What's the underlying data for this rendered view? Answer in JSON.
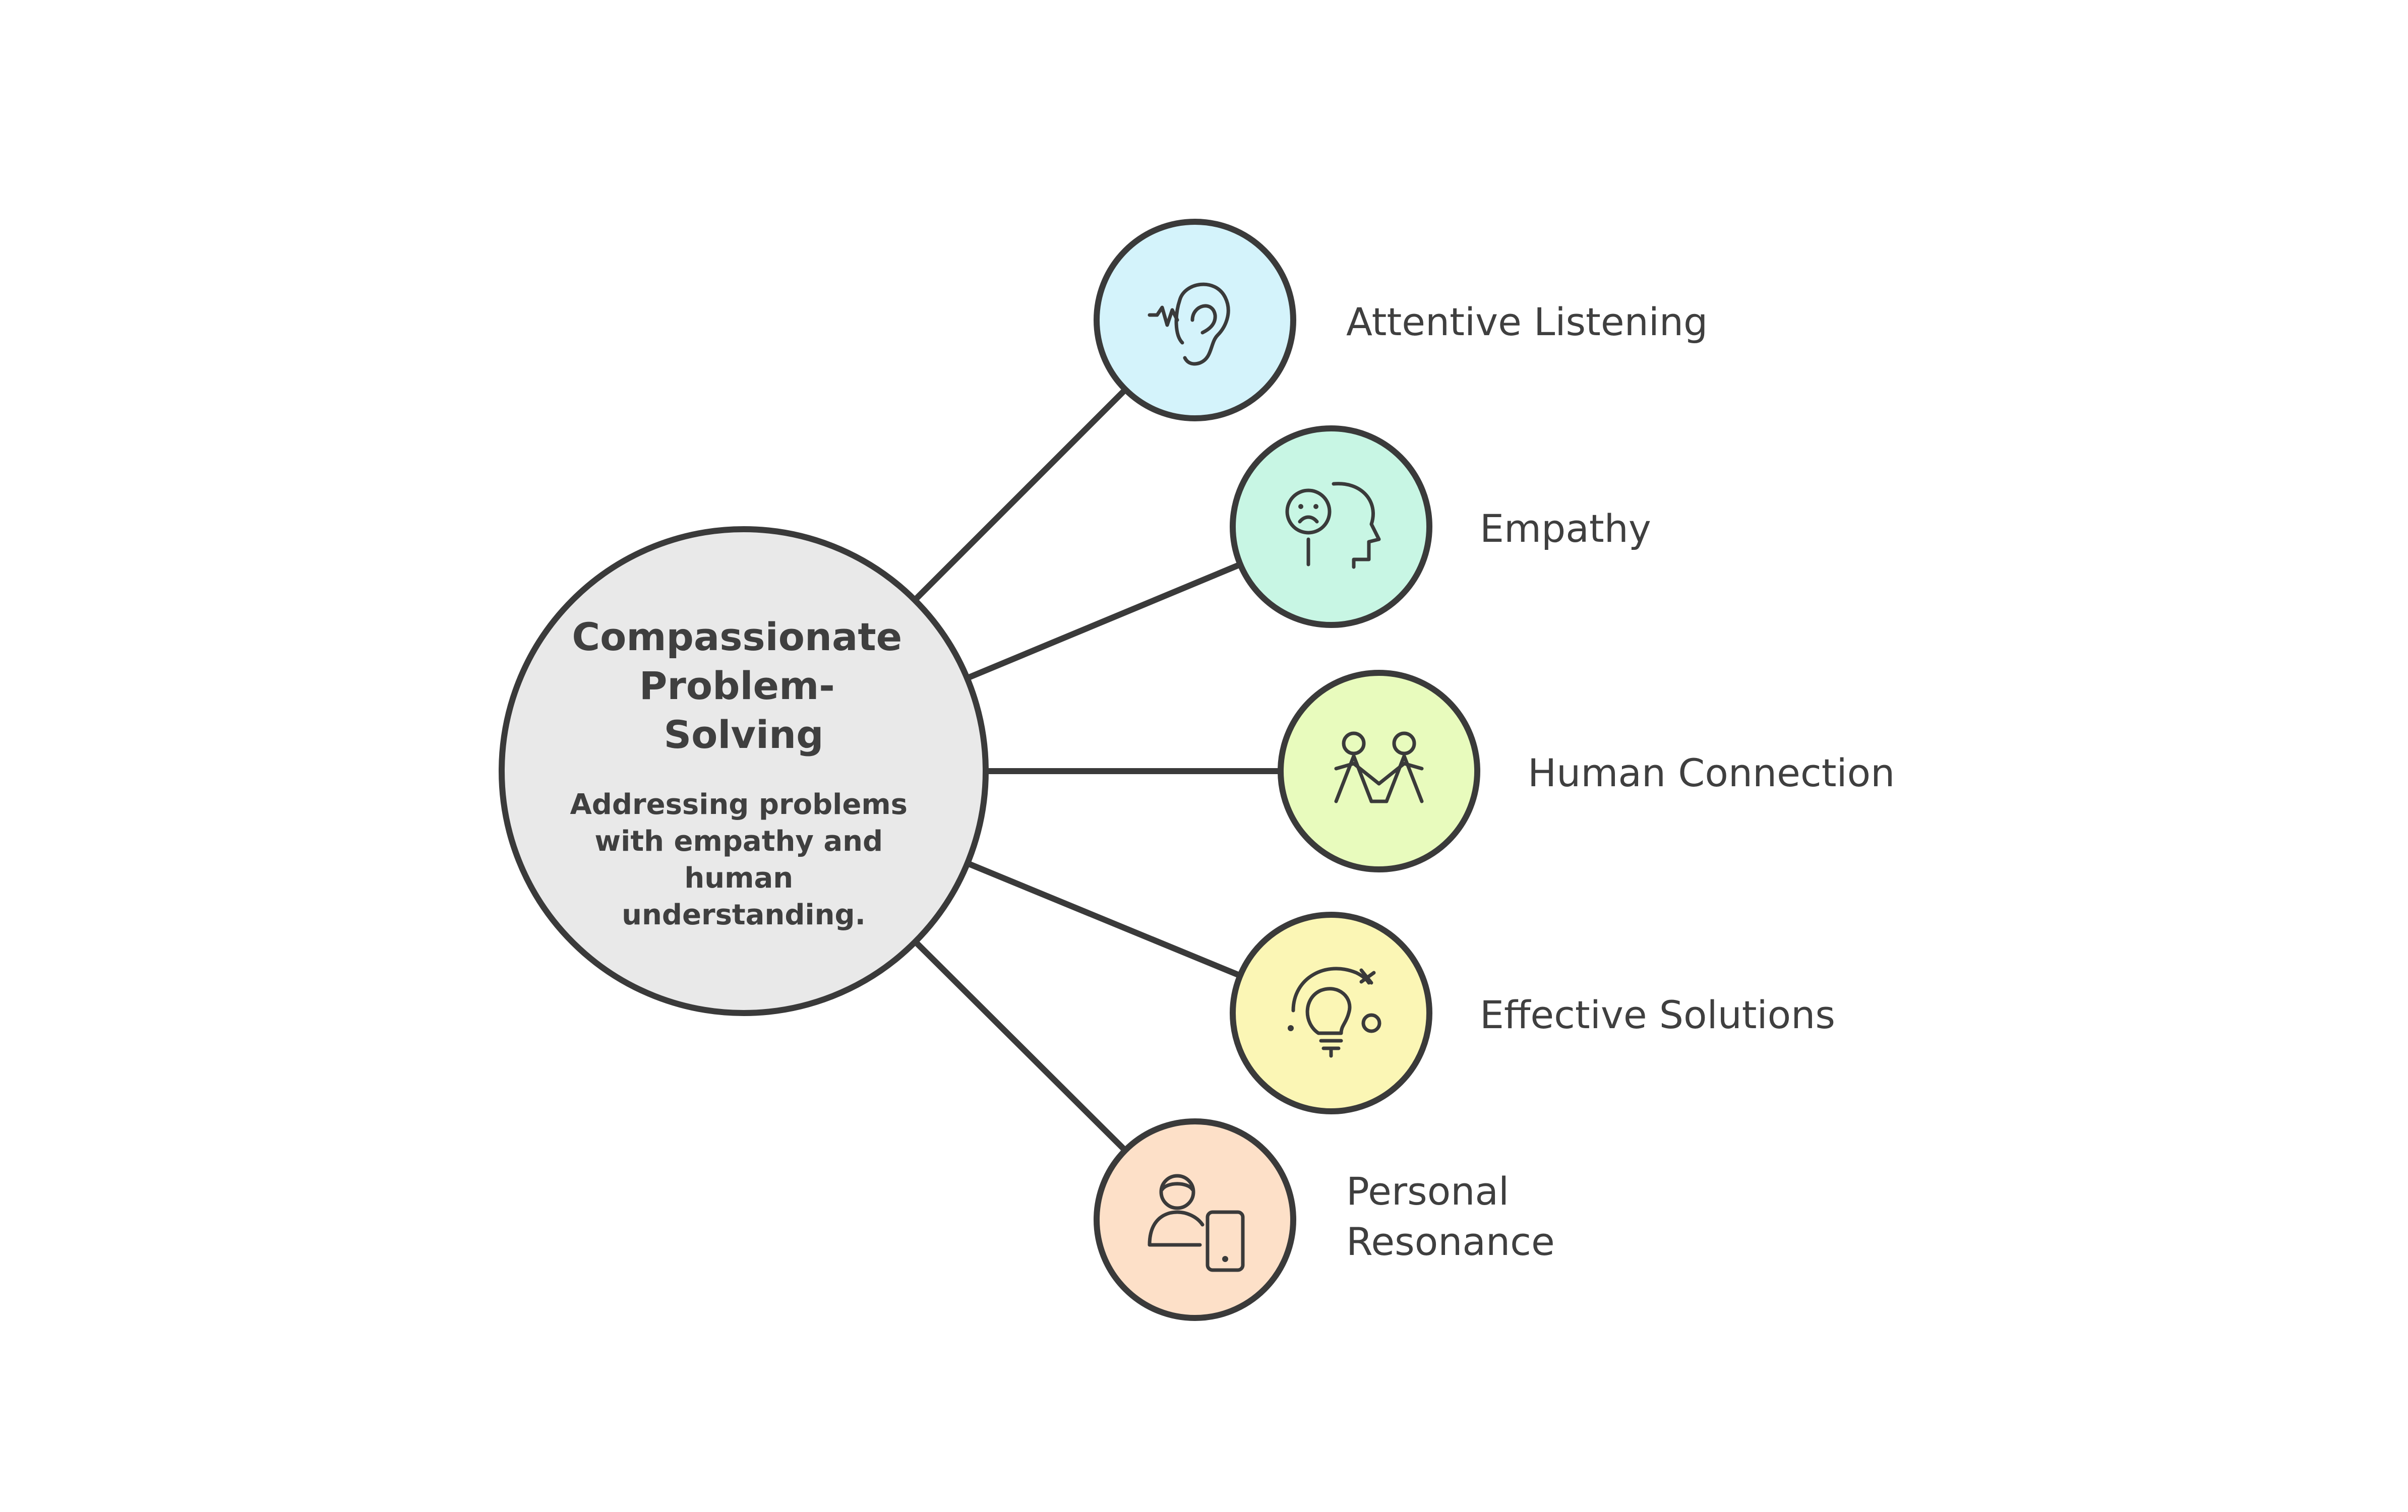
{
  "center": {
    "title_lines": [
      "Compassionate",
      "Problem-",
      "Solving"
    ],
    "description_lines": [
      "Addressing problems",
      "with empathy and",
      "human",
      "understanding."
    ],
    "fill_color": "#e9e9e9"
  },
  "branches": [
    {
      "label_lines": [
        "Attentive Listening"
      ],
      "icon": "ear-icon",
      "color": "#d4f3fb"
    },
    {
      "label_lines": [
        "Empathy"
      ],
      "icon": "head-sad-face-icon",
      "color": "#c8f6e4"
    },
    {
      "label_lines": [
        "Human Connection"
      ],
      "icon": "people-holding-hands-icon",
      "color": "#e8fbbd"
    },
    {
      "label_lines": [
        "Effective Solutions"
      ],
      "icon": "lightbulb-icon",
      "color": "#fbf6b5"
    },
    {
      "label_lines": [
        "Personal",
        "Resonance"
      ],
      "icon": "person-with-phone-icon",
      "color": "#fde0c8"
    }
  ],
  "colors": {
    "stroke": "#3a3a3a",
    "text": "#3f3f3f"
  }
}
